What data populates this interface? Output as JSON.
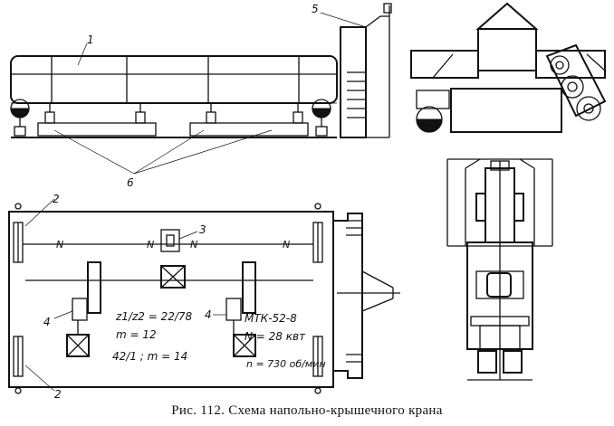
{
  "caption": "Рис. 112. Схема напольно-крышечного крана",
  "callouts": {
    "c1": "1",
    "c2a": "2",
    "c2b": "2",
    "c3": "3",
    "c4a": "4",
    "c4b": "4",
    "c5": "5",
    "c6": "6"
  },
  "annotations": {
    "gear_ratio": "z1/z2 = 22/78",
    "module_1": "m = 12",
    "worm_ratio": "42/1 ; m = 14",
    "motor_model": "МТК-52-8",
    "motor_power": "N = 28 квт",
    "motor_speed": "n = 730 об/мин",
    "shaft_mark": "N"
  }
}
